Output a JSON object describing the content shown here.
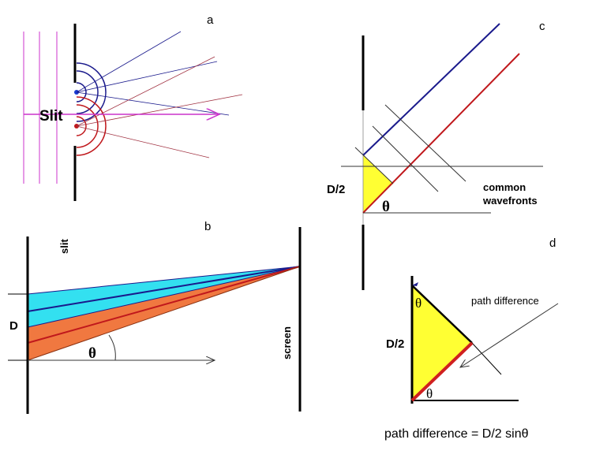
{
  "panel_a": {
    "label": "a",
    "slit_label": "Slit"
  },
  "panel_b": {
    "label": "b",
    "slit_label": "slit",
    "d_label": "D",
    "theta": "θ",
    "screen_label": "screen"
  },
  "panel_c": {
    "label": "c",
    "d2_label": "D/2",
    "theta": "θ",
    "wavefronts_line1": "common",
    "wavefronts_line2": "wavefronts"
  },
  "panel_d": {
    "label": "d",
    "d2_label": "D/2",
    "theta_top": "θ",
    "theta_bottom": "θ",
    "pointer_label": "path difference",
    "formula": "path difference = D/2 sinθ"
  },
  "colors": {
    "blue": "#1a1a8c",
    "red": "#c0181c",
    "magenta": "#cc33cc",
    "cyan": "#33e0f0",
    "orange": "#f07840",
    "yellow": "#ffff33"
  }
}
